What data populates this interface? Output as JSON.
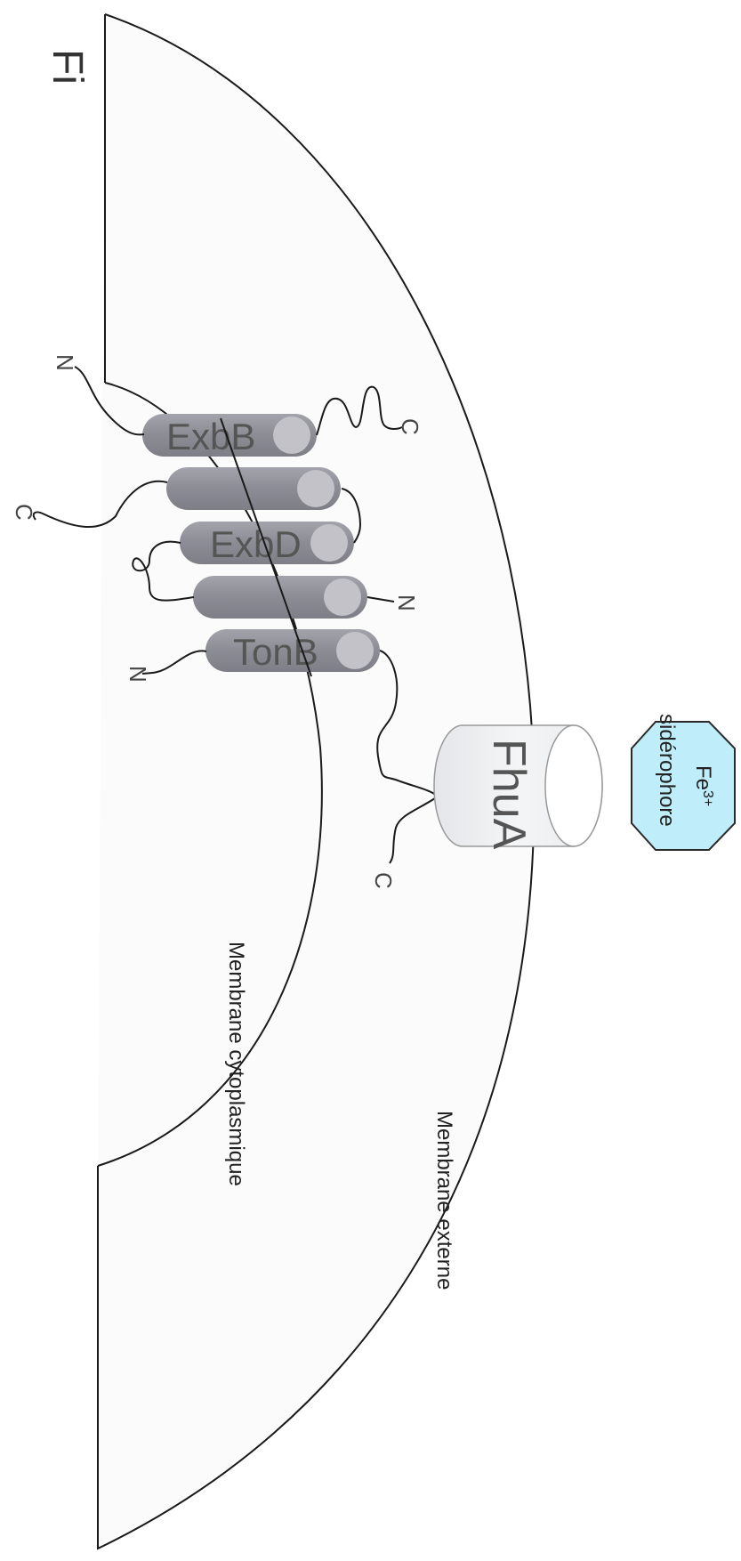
{
  "figure": {
    "caption": "Fi"
  },
  "proteins": {
    "exbb": "ExbB",
    "exbd": "ExbD",
    "tonb": "TonB",
    "fhua": "FhuA"
  },
  "termini": {
    "exbb_n": "N",
    "exbb_c": "C",
    "exbd_c": "C",
    "exbd_n": "N",
    "tonb_n": "N",
    "fhua_c": "C"
  },
  "siderophore": {
    "line1": "Fe",
    "superscript": "3+",
    "line2": "sidérophore"
  },
  "membranes": {
    "inner": "Membrane cytoplasmique",
    "outer": "Membrane externe"
  },
  "colors": {
    "helix": "#8f8f98",
    "helix_cap": "#c2c2c8",
    "fhua_body": "#eceef0",
    "siderophore_fill": "#bfeefa",
    "cell_fill": "#fbfbfb"
  }
}
